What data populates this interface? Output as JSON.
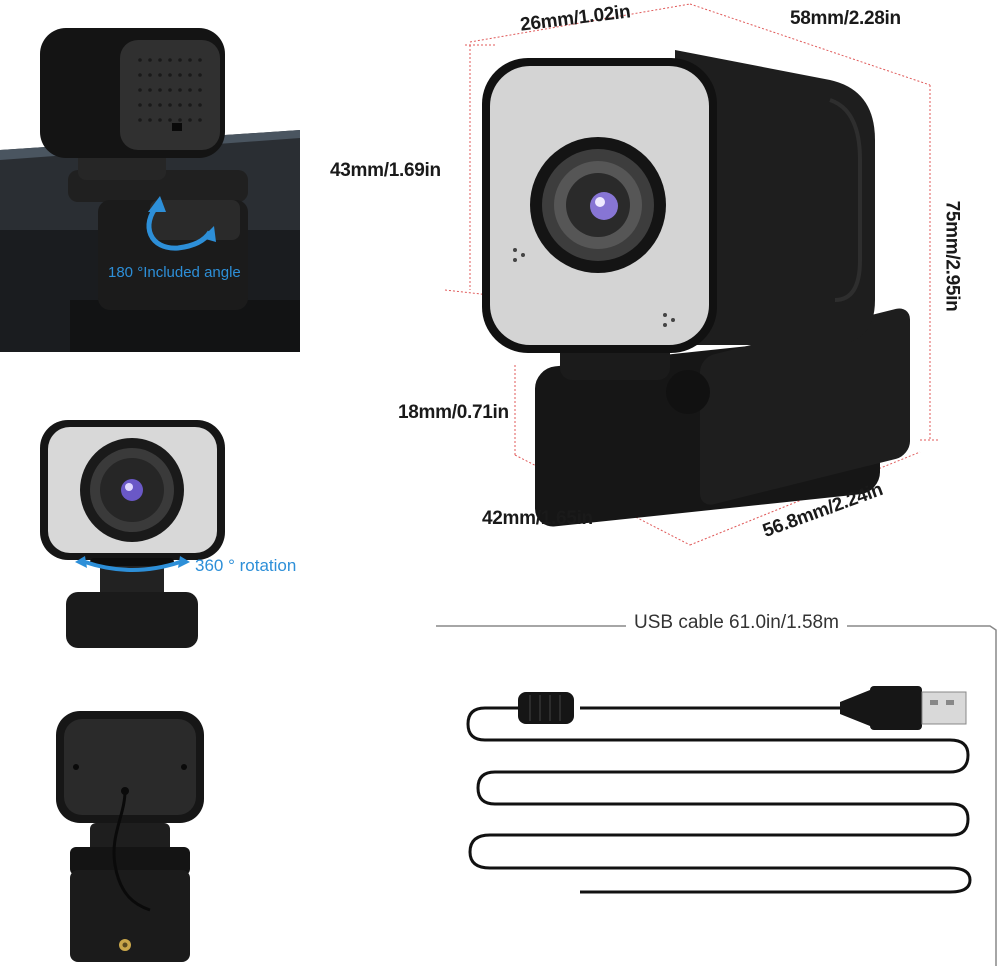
{
  "captions": {
    "included_angle": "180 °Included angle",
    "rotation": "360 ° rotation",
    "usb_cable": "USB cable 61.0in/1.58m"
  },
  "dimensions": {
    "top_depth": "26mm/1.02in",
    "top_width": "58mm/2.28in",
    "camera_height": "43mm/1.69in",
    "total_height": "75mm/2.95in",
    "clip_height": "18mm/0.71in",
    "base_depth": "42mm/1.65in",
    "base_width": "56.8mm/2.24in"
  },
  "colors": {
    "accent_blue": "#2d8fd8",
    "dimension_line": "#e05a5a",
    "body": "#1c1c1c"
  }
}
